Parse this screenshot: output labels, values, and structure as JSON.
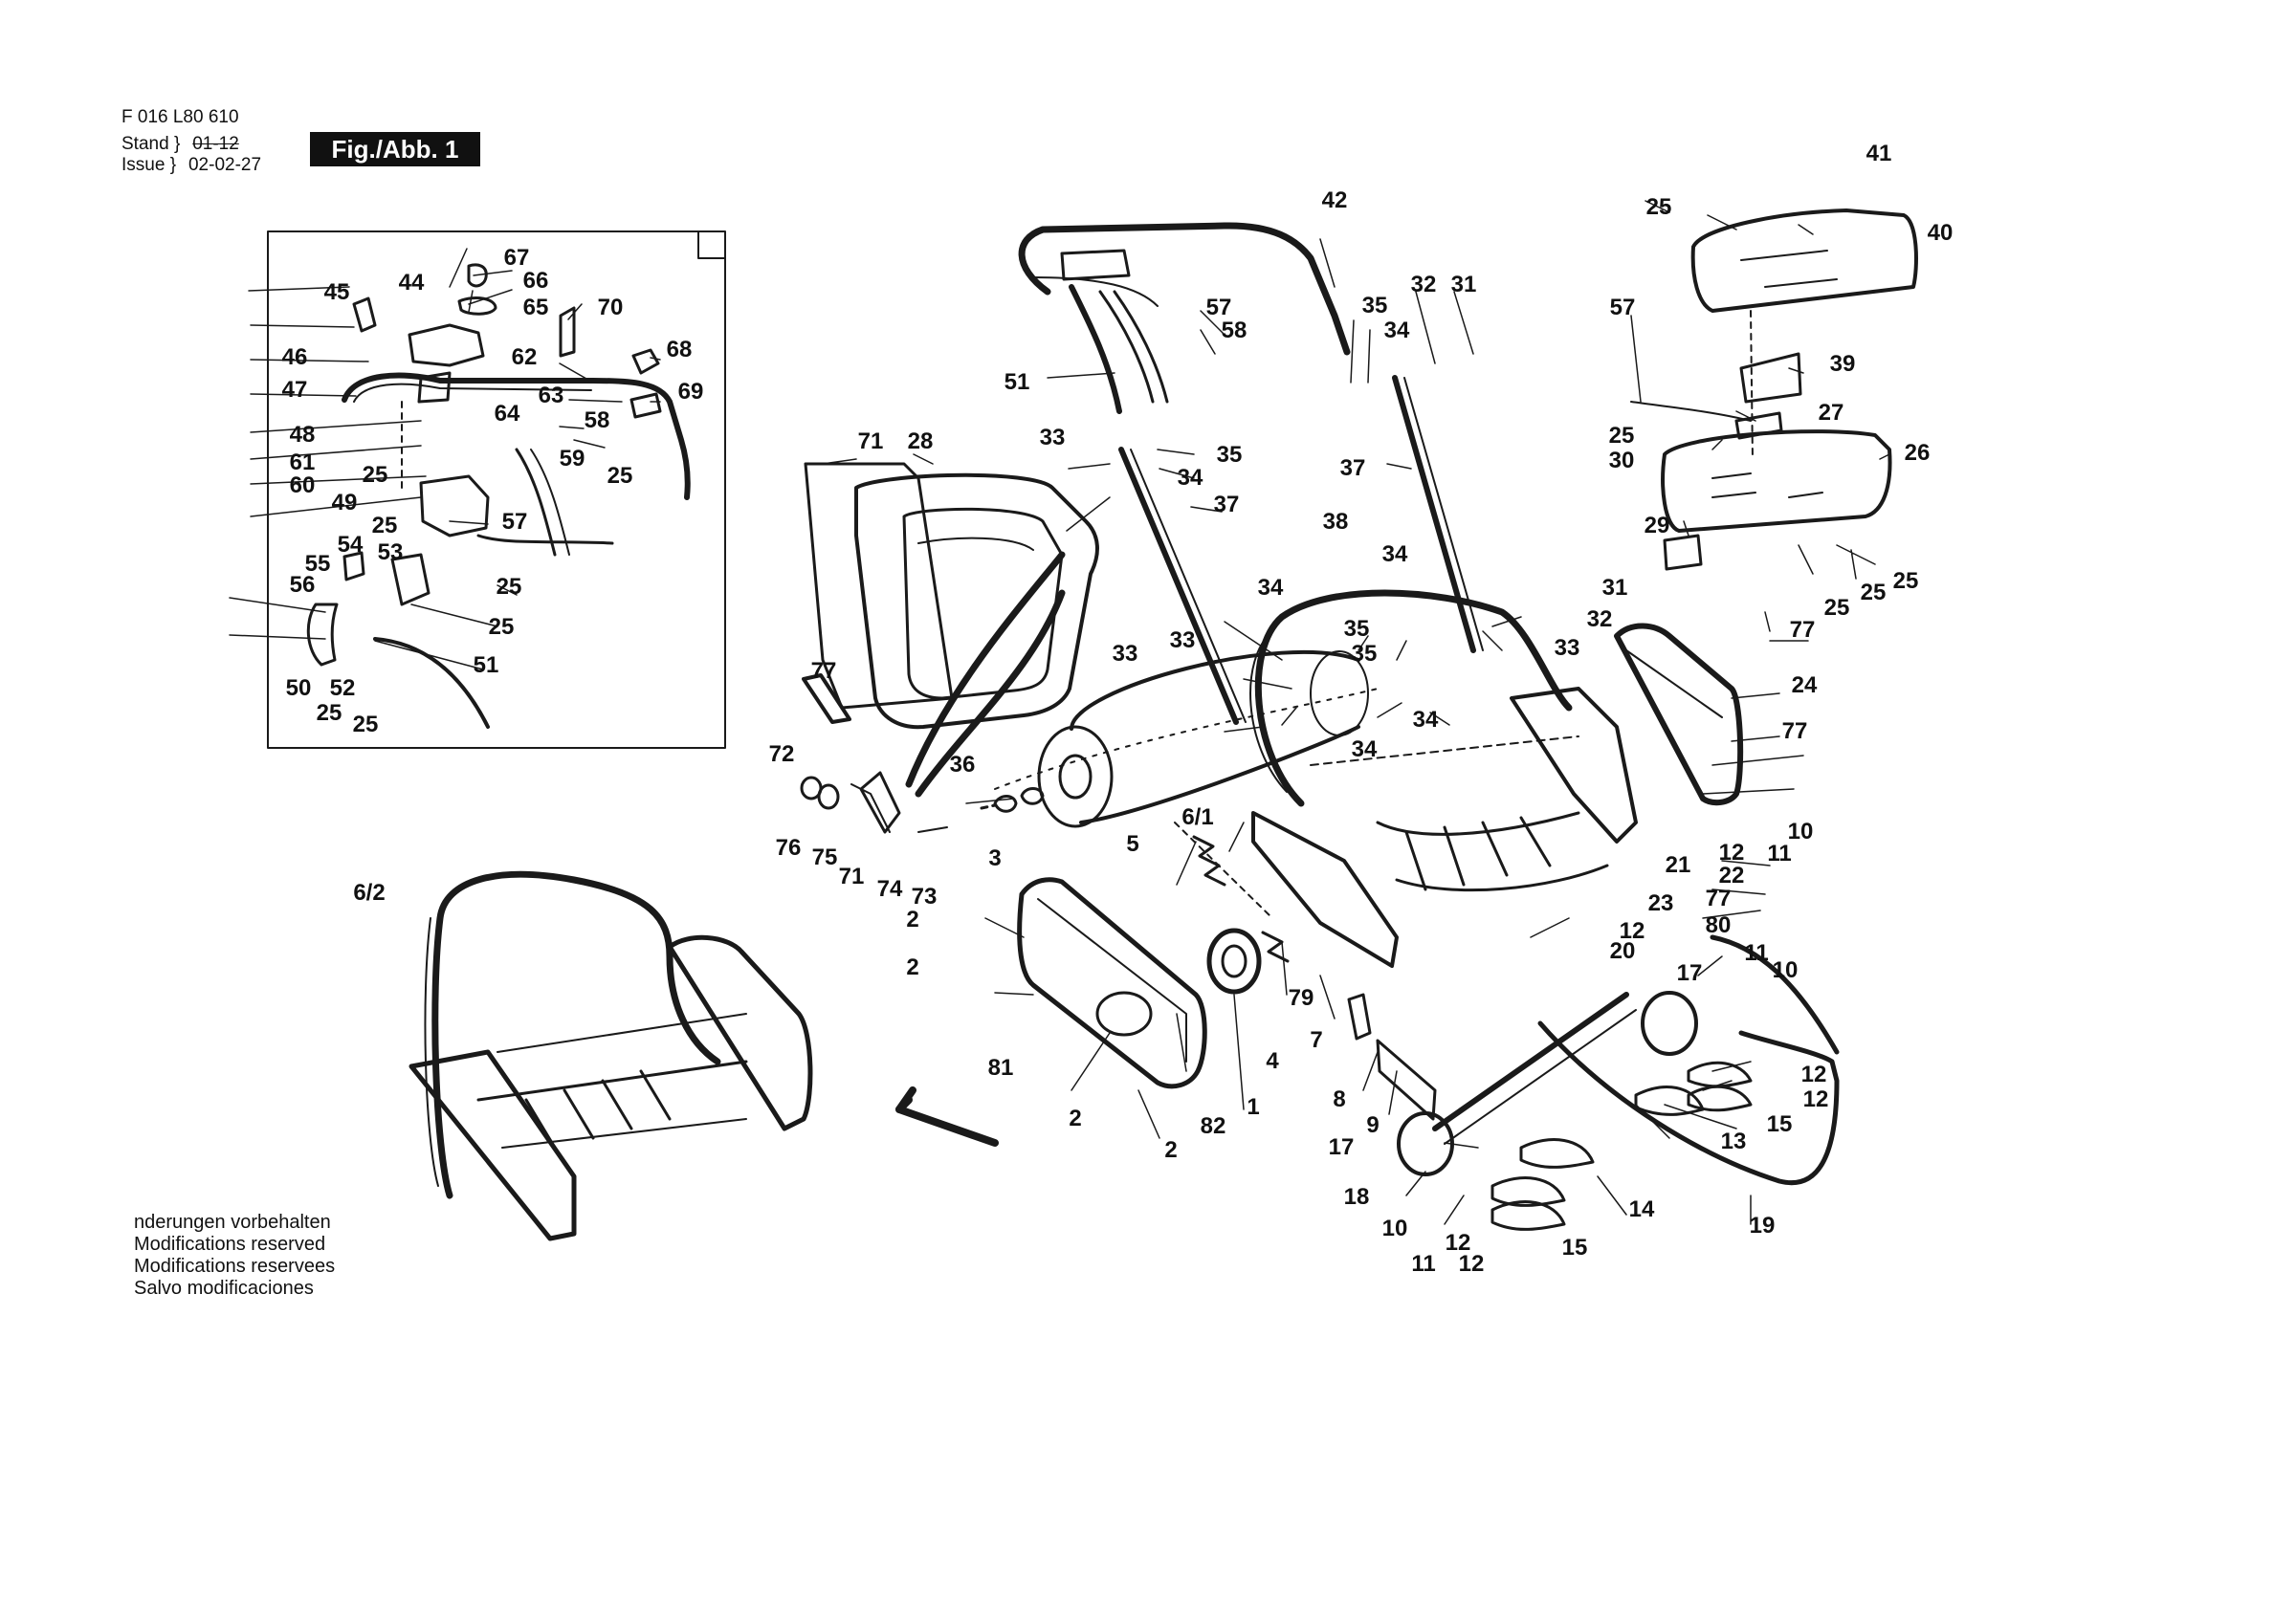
{
  "header": {
    "doc_number": "F 016 L80 610",
    "stand_label": "Stand",
    "issue_label": "Issue",
    "stand_value_struck": "01-12",
    "issue_value": "02-02-27",
    "figure_label": "Fig./Abb. 1"
  },
  "notice": [
    "nderungen vorbehalten",
    "Modifications reserved",
    "Modifications reservees",
    "Salvo modificaciones"
  ],
  "callouts": {
    "n45": "45",
    "n44": "44",
    "n67": "67",
    "n66": "66",
    "n65": "65",
    "n70": "70",
    "n46": "46",
    "n62": "62",
    "n68": "68",
    "n47": "47",
    "n63": "63",
    "n69": "69",
    "n48": "48",
    "n64": "64",
    "n58a": "58",
    "n61": "61",
    "n25a": "25",
    "n25b": "25",
    "n60": "60",
    "n49": "49",
    "n57a": "57",
    "n25c": "25",
    "n55": "55",
    "n54": "54",
    "n53": "53",
    "n59": "59",
    "n56": "56",
    "n25d": "25",
    "n25e": "25",
    "n50": "50",
    "n52": "52",
    "n51a": "51",
    "n25f": "25",
    "n25g": "25",
    "n42": "42",
    "n57b": "57",
    "n58b": "58",
    "n51b": "51",
    "n35a": "35",
    "n34a": "34",
    "n32a": "32",
    "n31a": "31",
    "n33a": "33",
    "n35b": "35",
    "n34b": "34",
    "n37a": "37",
    "n37b": "37",
    "n71a": "71",
    "n28": "28",
    "n38": "38",
    "n34c": "34",
    "n34d": "34",
    "n31b": "31",
    "n32b": "32",
    "n35c": "35",
    "n35d": "35",
    "n33b": "33",
    "n33c": "33",
    "n33d": "33",
    "n34e": "34",
    "n34f": "34",
    "n77a": "77",
    "n72": "72",
    "n36": "36",
    "n61b": "6/1",
    "n76": "76",
    "n75": "75",
    "n71b": "71",
    "n74": "74",
    "n73": "73",
    "n3": "3",
    "n5": "5",
    "n62b": "6/2",
    "n2a": "2",
    "n2b": "2",
    "n2c": "2",
    "n2d": "2",
    "n81": "81",
    "n82": "82",
    "n1": "1",
    "n4": "4",
    "n79": "79",
    "n7": "7",
    "n8": "8",
    "n9": "9",
    "n41": "41",
    "n25h": "25",
    "n40": "40",
    "n57c": "57",
    "n39": "39",
    "n25i": "25",
    "n27": "27",
    "n30": "30",
    "n26": "26",
    "n29": "29",
    "n25j": "25",
    "n25k": "25",
    "n25l": "25",
    "n77b": "77",
    "n24": "24",
    "n77c": "77",
    "n10a": "10",
    "n12a": "12",
    "n11a": "11",
    "n21": "21",
    "n22": "22",
    "n77d": "77",
    "n23": "23",
    "n80": "80",
    "n12b": "12",
    "n20": "20",
    "n11b": "11",
    "n10b": "10",
    "n17a": "17",
    "n12c": "12",
    "n12d": "12",
    "n13": "13",
    "n15a": "15",
    "n17b": "17",
    "n18": "18",
    "n14": "14",
    "n10c": "10",
    "n12e": "12",
    "n11c": "11",
    "n12f": "12",
    "n15b": "15",
    "n19": "19"
  }
}
